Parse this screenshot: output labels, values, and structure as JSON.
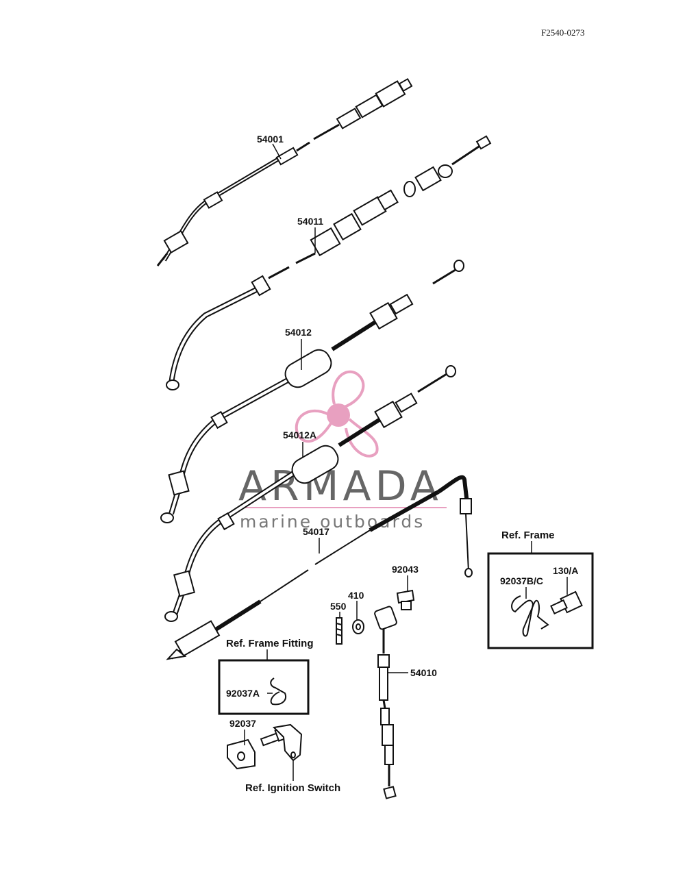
{
  "diagram_code": "F2540-0273",
  "watermark": {
    "title": "ARMADA",
    "subtitle": "marine outboards",
    "accent_color": "#e8a0c0"
  },
  "labels": {
    "p54001": "54001",
    "p54011": "54011",
    "p54012": "54012",
    "p54012a": "54012A",
    "p54017": "54017",
    "p92043": "92043",
    "p410": "410",
    "p550": "550",
    "p54010": "54010",
    "p92037bc": "92037B/C",
    "p130a": "130/A",
    "p92037a": "92037A",
    "p92037": "92037"
  },
  "boxes": {
    "ref_frame": "Ref. Frame",
    "ref_frame_fitting": "Ref. Frame Fitting"
  },
  "notes": {
    "ref_ignition_switch": "Ref. Ignition Switch"
  }
}
